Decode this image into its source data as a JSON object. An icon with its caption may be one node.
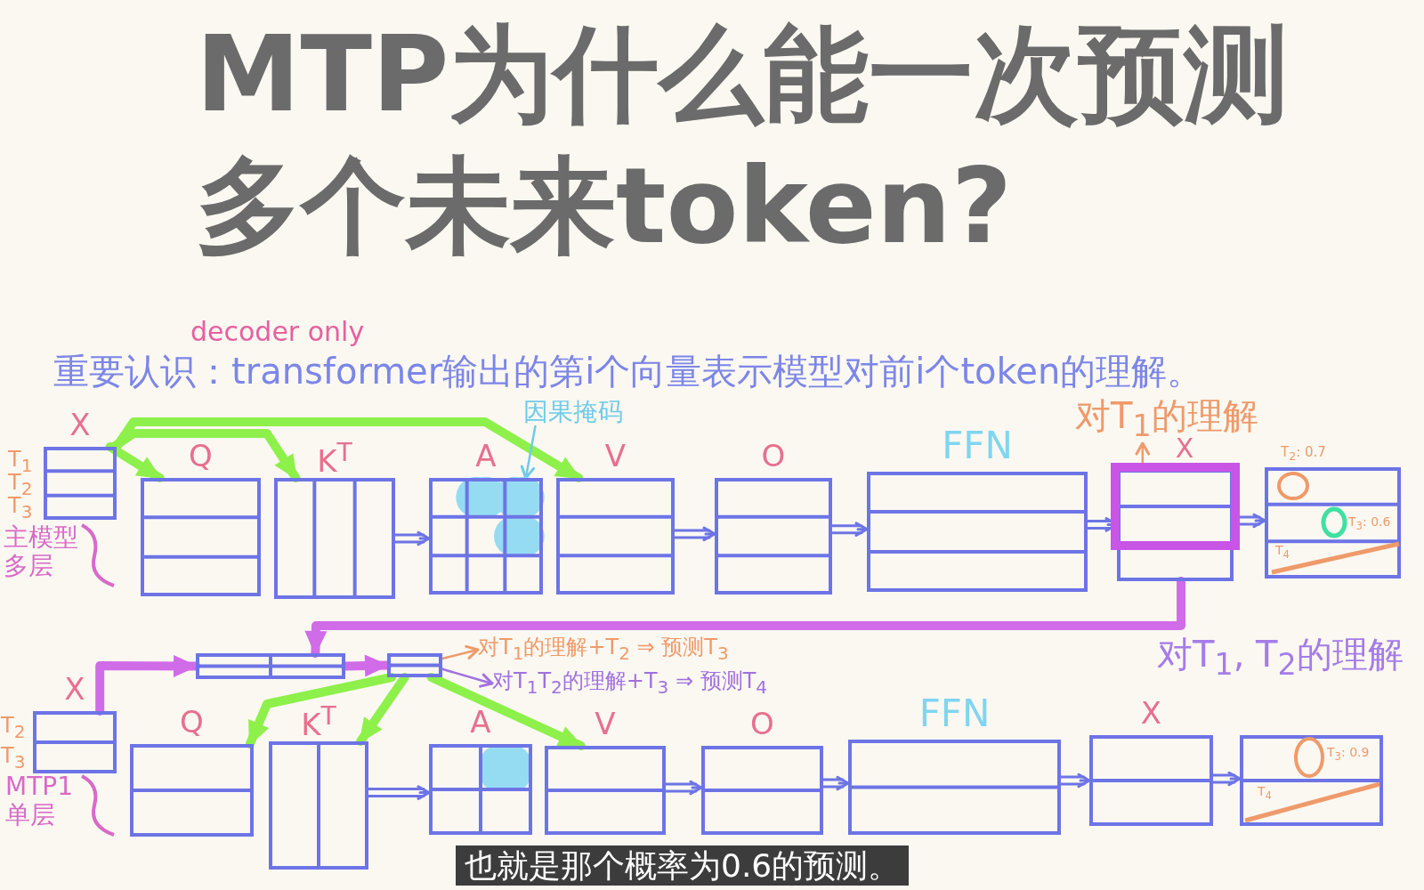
{
  "diagram": {
    "title": "MTP为什么能一次预测多个未来token?",
    "nodes": [
      {
        "text": [
          "X"
        ],
        "beside": [
          "T$_{1}$",
          "T$_{2}$",
          "T$_{3}$"
        ]
      },
      {
        "text": [
          "Q"
        ]
      },
      {
        "text": [
          "K$^{T}$"
        ]
      },
      {
        "text": [
          "因果掩码"
        ]
      },
      {
        "text": [
          "A"
        ]
      },
      {
        "text": [
          "V"
        ]
      },
      {
        "text": [
          "O"
        ]
      },
      {
        "text": [
          "FFN"
        ]
      },
      {
        "text": [
          "对T$_{1}$的理解"
        ]
      },
      {
        "text": [
          "X"
        ]
      },
      {
        "text": [
          "T$_{3}$: 0.6",
          "T$_{4}$"
        ],
        "beside": [
          "T$_{2}$: 0.7"
        ]
      },
      {
        "text": [],
        "shape": "bar"
      },
      {
        "text": [],
        "shape": "bar"
      },
      {
        "text": [
          "对T$_{1}$的理解+T$_{2}$ ⇒ 预测T$_{3}$"
        ]
      },
      {
        "text": [
          "对T$_{1}$T$_{2}$的理解+T$_{3}$ ⇒ 预测T$_{4}$"
        ]
      },
      {
        "text": [
          "X"
        ],
        "beside": [
          "T$_{2}$",
          "T$_{3}$"
        ]
      },
      {
        "text": [
          "Q"
        ]
      },
      {
        "text": [
          "K$^{T}$"
        ]
      },
      {
        "text": [
          "A"
        ]
      },
      {
        "text": [
          "V"
        ]
      },
      {
        "text": [
          "O"
        ]
      },
      {
        "text": [
          "FFN"
        ]
      },
      {
        "text": [
          "X"
        ]
      },
      {
        "text": [
          "T$_{3}$: 0.9",
          "T$_{4}$"
        ]
      }
    ],
    "edges": [
      {
        "from": 0,
        "to": 1,
        "arrow": "to",
        "style": "thick",
        "color": "#8ef04a"
      },
      {
        "from": 0,
        "to": 2,
        "arrow": "to",
        "style": "thick",
        "color": "#8ef04a"
      },
      {
        "from": 0,
        "to": 5,
        "arrow": "to",
        "style": "thick",
        "color": "#8ef04a"
      },
      {
        "from": 2,
        "to": 4,
        "arrow": "to"
      },
      {
        "from": 3,
        "to": 4,
        "arrow": "to",
        "color": "#6fcbe8"
      },
      {
        "from": 5,
        "to": 6,
        "arrow": "to"
      },
      {
        "from": 6,
        "to": 7,
        "arrow": "to"
      },
      {
        "from": 7,
        "to": 9,
        "arrow": "to"
      },
      {
        "from": 9,
        "to": 8,
        "arrow": "to",
        "color": "#ef9a6a"
      },
      {
        "from": 9,
        "to": 10,
        "arrow": "to"
      },
      {
        "from": 9,
        "to": 11,
        "arrow": "to",
        "style": "thick",
        "color": "#d06ce8"
      },
      {
        "from": 15,
        "to": 11,
        "arrow": "to",
        "style": "thick",
        "color": "#d06ce8"
      },
      {
        "from": 11,
        "to": 12,
        "arrow": "to",
        "style": "thick",
        "color": "#d06ce8"
      },
      {
        "from": 12,
        "to": 13,
        "arrow": "to",
        "color": "#ef9a6a"
      },
      {
        "from": 12,
        "to": 14,
        "arrow": "to",
        "color": "#a070e0"
      },
      {
        "from": 12,
        "to": 16,
        "arrow": "to",
        "style": "thick",
        "color": "#8ef04a"
      },
      {
        "from": 12,
        "to": 17,
        "arrow": "to",
        "style": "thick",
        "color": "#8ef04a"
      },
      {
        "from": 12,
        "to": 19,
        "arrow": "to",
        "style": "thick",
        "color": "#8ef04a"
      },
      {
        "from": 17,
        "to": 18,
        "arrow": "to"
      },
      {
        "from": 19,
        "to": 20,
        "arrow": "to"
      },
      {
        "from": 20,
        "to": 21,
        "arrow": "to"
      },
      {
        "from": 21,
        "to": 22,
        "arrow": "to"
      },
      {
        "from": 22,
        "to": 23,
        "arrow": "to"
      }
    ],
    "labels": [
      "decoder only",
      "重要认识：transformer输出的第i个向量表示模型对前i个token的理解。",
      "主模型多层",
      "对T$_{1}$, T$_{2}$的理解",
      "MTP1单层",
      "也就是那个概率为0.6的预测。"
    ]
  }
}
